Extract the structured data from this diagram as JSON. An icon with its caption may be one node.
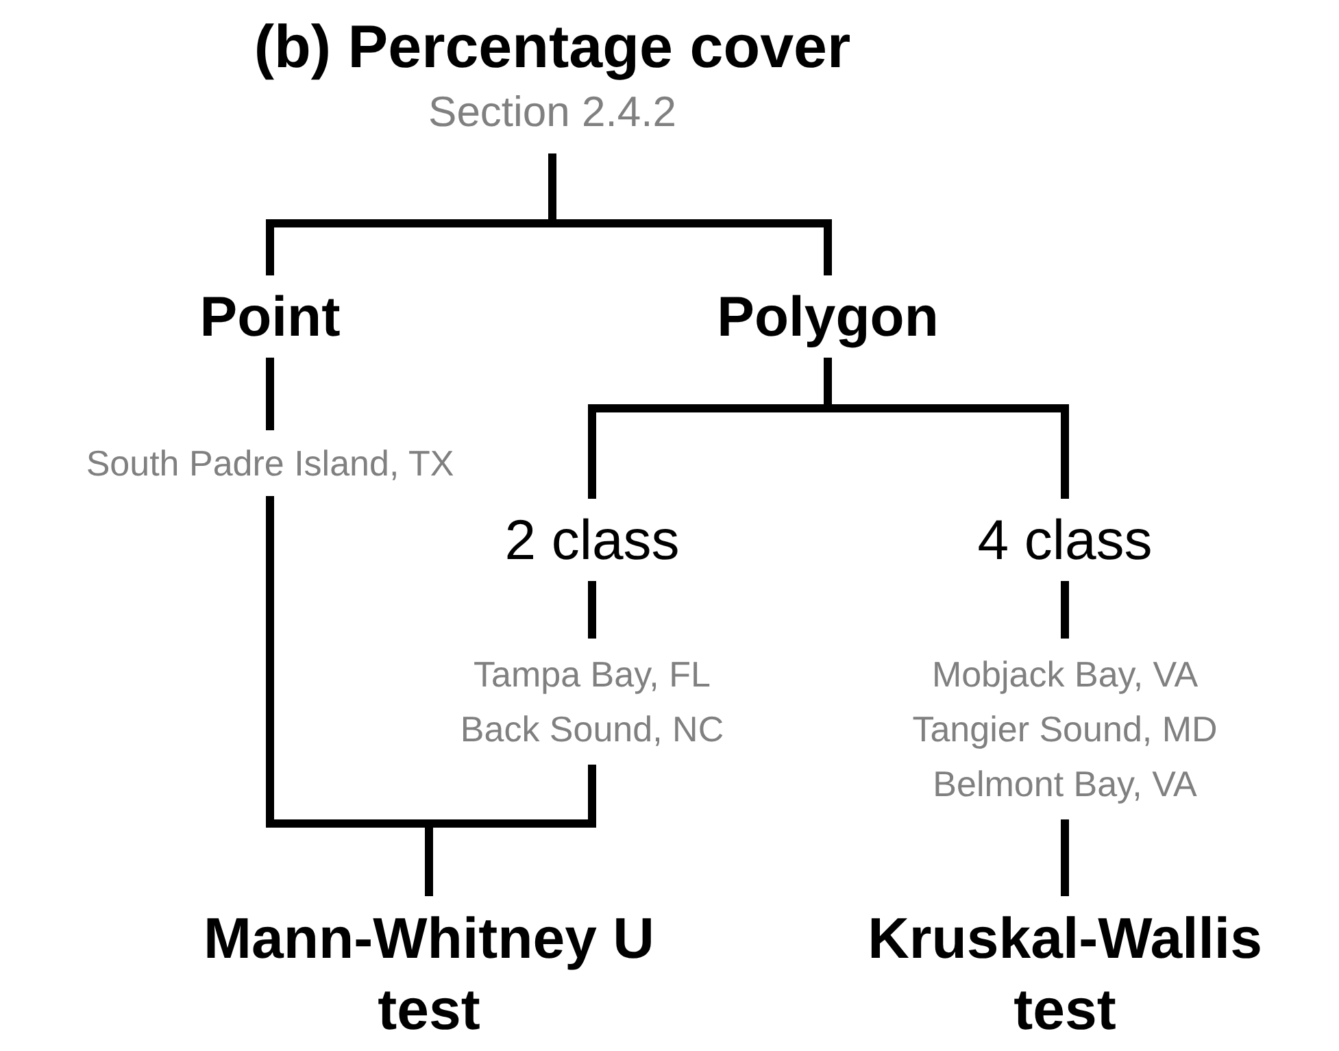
{
  "diagram": {
    "nodes": [
      {
        "text": [
          "(b) Percentage cover",
          "Section 2.4.2"
        ]
      },
      {
        "text": [
          "Point"
        ]
      },
      {
        "text": [
          "Polygon"
        ]
      },
      {
        "text": [
          "South Padre Island, TX"
        ]
      },
      {
        "text": [
          "2 class"
        ]
      },
      {
        "text": [
          "4 class"
        ]
      },
      {
        "text": [
          "Tampa Bay, FL",
          "Back Sound, NC"
        ]
      },
      {
        "text": [
          "Mobjack Bay, VA",
          "Tangier Sound, MD",
          "Belmont Bay, VA"
        ]
      },
      {
        "text": [
          "Mann-Whitney U test"
        ]
      },
      {
        "text": [
          "Kruskal-Wallis test"
        ]
      }
    ],
    "edges": [
      {
        "from": 0,
        "to": 1,
        "arrow": "none"
      },
      {
        "from": 0,
        "to": 2,
        "arrow": "none"
      },
      {
        "from": 1,
        "to": 3,
        "arrow": "none"
      },
      {
        "from": 2,
        "to": 4,
        "arrow": "none"
      },
      {
        "from": 2,
        "to": 5,
        "arrow": "none"
      },
      {
        "from": 4,
        "to": 6,
        "arrow": "none"
      },
      {
        "from": 5,
        "to": 7,
        "arrow": "none"
      },
      {
        "from": 3,
        "to": 8,
        "arrow": "none"
      },
      {
        "from": 6,
        "to": 8,
        "arrow": "none"
      },
      {
        "from": 7,
        "to": 9,
        "arrow": "none"
      }
    ]
  }
}
